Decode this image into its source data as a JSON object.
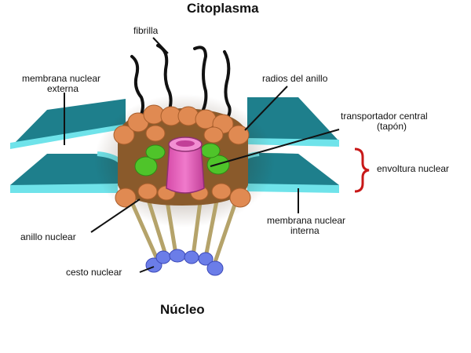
{
  "titles": {
    "top": "Citoplasma",
    "bottom": "Núcleo"
  },
  "labels": {
    "fibrilla": "fibrilla",
    "outer_membrane_1": "membrana nuclear",
    "outer_membrane_2": "externa",
    "ring_spokes": "radios del anillo",
    "central_transporter_1": "transportador central",
    "central_transporter_2": "(tapón)",
    "envelope": "envoltura nuclear",
    "nuclear_ring": "anillo nuclear",
    "inner_membrane_1": "membrana nuclear",
    "inner_membrane_2": "interna",
    "basket": "cesto nuclear"
  },
  "colors": {
    "membrane_outer": "#1e7f8c",
    "membrane_edge": "#6fe3ea",
    "ring": "#e08a52",
    "ring_dark": "#b86a38",
    "complex_body": "#8a5a2b",
    "spoke_green": "#4fc42a",
    "plug": "#e262b8",
    "plug_dark": "#b23e8e",
    "basket_rod": "#b5a36a",
    "basket_bead": "#6b7de8",
    "fibril": "#111111",
    "brace": "#c81818"
  }
}
